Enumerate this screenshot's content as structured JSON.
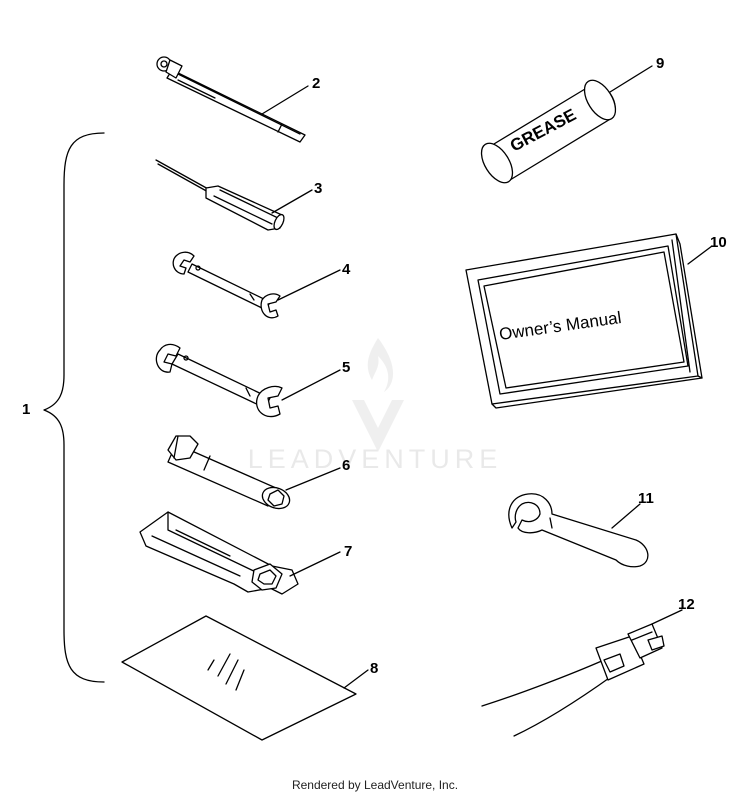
{
  "callouts": {
    "c1": "1",
    "c2": "2",
    "c3": "3",
    "c4": "4",
    "c5": "5",
    "c6": "6",
    "c7": "7",
    "c8": "8",
    "c9": "9",
    "c10": "10",
    "c11": "11",
    "c12": "12"
  },
  "labels": {
    "grease": "GREASE",
    "owners_manual": "Owner’s Manual"
  },
  "watermark": {
    "text": "LEADVENTURE"
  },
  "footer": {
    "text": "Rendered by LeadVenture, Inc."
  }
}
